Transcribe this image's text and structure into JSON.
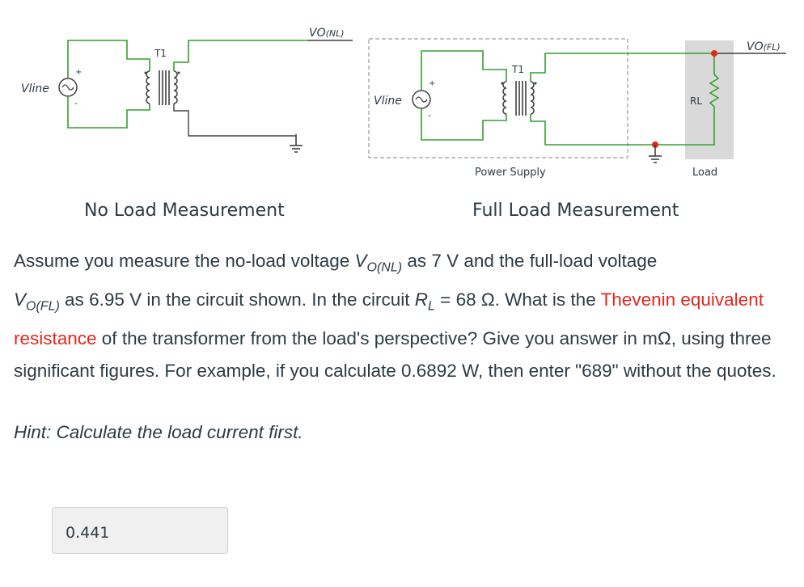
{
  "diagram_noload": {
    "transformer_label": "T1",
    "source_label": "Vline",
    "output_label_main": "VO",
    "output_label_sub": "(NL)",
    "plus": "+",
    "minus": "-"
  },
  "diagram_fullload": {
    "transformer_label": "T1",
    "source_label": "Vline",
    "resistor_label": "RL",
    "output_label_main": "VO",
    "output_label_sub": "(FL)",
    "power_supply_label": "Power Supply",
    "load_label": "Load",
    "plus": "+",
    "minus": "-"
  },
  "captions": {
    "no_load": "No Load Measurement",
    "full_load": "Full Load Measurement"
  },
  "question": {
    "t1": "Assume you measure the no-load voltage ",
    "v_main": "V",
    "v_nl_sub": "O(NL)",
    "t2": " as 7 V and the full-load voltage",
    "v_fl_main": "V",
    "v_fl_sub": "O(FL)",
    "t3": " as 6.95 V in the circuit shown. In the circuit ",
    "r_main": "R",
    "r_sub": "L",
    "t4": " = 68 Ω. What is the ",
    "highlight": "Thevenin equivalent resistance",
    "t5": " of the transformer from the load's perspective? Give you answer in mΩ, using three significant figures. For example, if you calculate 0.6892 W, then enter \"689\" without the quotes."
  },
  "hint": "Hint: Calculate the load current first.",
  "answer": {
    "value": "0.441"
  },
  "colors": {
    "wire": "#33a02c",
    "coil": "#404040",
    "probe": "#e0271e",
    "load_bg": "#d9d9d9",
    "highlight": "#e0271e"
  }
}
